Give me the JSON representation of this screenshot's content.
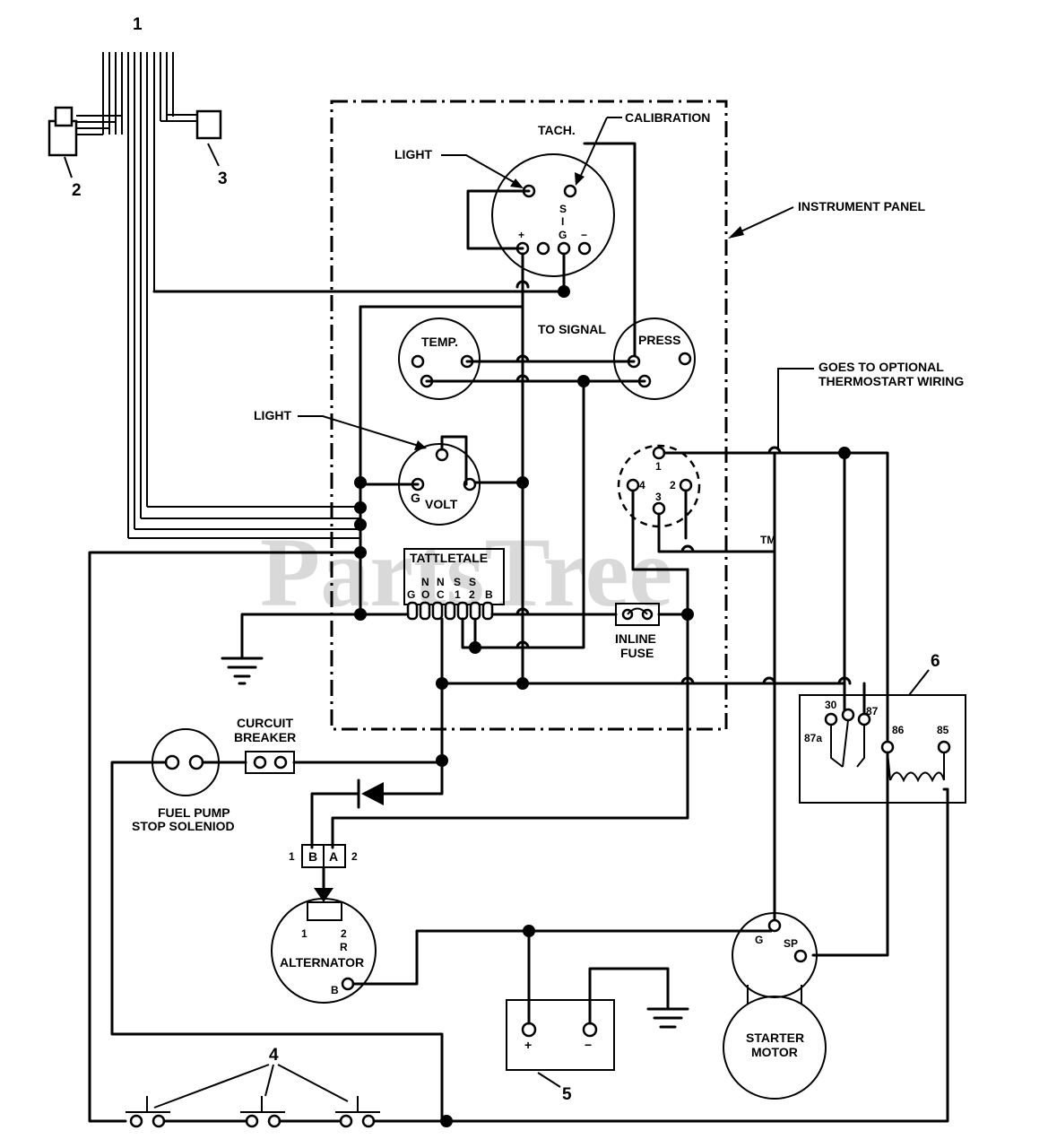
{
  "watermark": {
    "text": "PartsTree",
    "tm": "TM"
  },
  "callouts": {
    "c1": "1",
    "c2": "2",
    "c3": "3",
    "c4": "4",
    "c5": "5",
    "c6": "6"
  },
  "labels": {
    "instrument_panel": "INSTRUMENT PANEL",
    "tach": "TACH.",
    "calibration": "CALIBRATION",
    "light_tach": "LIGHT",
    "light_volt": "LIGHT",
    "to_signal": "TO SIGNAL",
    "temp": "TEMP.",
    "press": "PRESS",
    "volt": "VOLT",
    "volt_g": "G",
    "tattletale": "TATTLETALE",
    "inline_fuse_1": "INLINE",
    "inline_fuse_2": "FUSE",
    "thermostart_1": "GOES TO OPTIONAL",
    "thermostart_2": "THERMOSTART WIRING",
    "curcuit_1": "CURCUIT",
    "curcuit_2": "BREAKER",
    "fuel_pump_1": "FUEL PUMP",
    "fuel_pump_2": "STOP SOLENIOD",
    "alternator": "ALTERNATOR",
    "starter_1": "STARTER",
    "starter_2": "MOTOR"
  },
  "tach_terms": {
    "plus": "+",
    "s": "S",
    "i": "I",
    "g": "G",
    "minus": "−"
  },
  "tattle_terms": {
    "top": [
      "N",
      "N",
      "S",
      "S"
    ],
    "mid": [
      "O",
      "C",
      "1",
      "2"
    ],
    "g": "G",
    "b": "B"
  },
  "key_switch_terms": {
    "t1": "1",
    "t2": "2",
    "t3": "3",
    "t4": "4"
  },
  "alt_connector": {
    "left_num": "1",
    "b": "B",
    "a": "A",
    "right_num": "2"
  },
  "alt_terms": {
    "t1": "1",
    "t2": "2",
    "r": "R",
    "b": "B"
  },
  "relay_terms": {
    "t30": "30",
    "t87": "87",
    "t87a": "87a",
    "t86": "86",
    "t85": "85"
  },
  "starter_terms": {
    "g": "G",
    "sp": "SP"
  },
  "battery_terms": {
    "plus": "+",
    "minus": "−"
  }
}
